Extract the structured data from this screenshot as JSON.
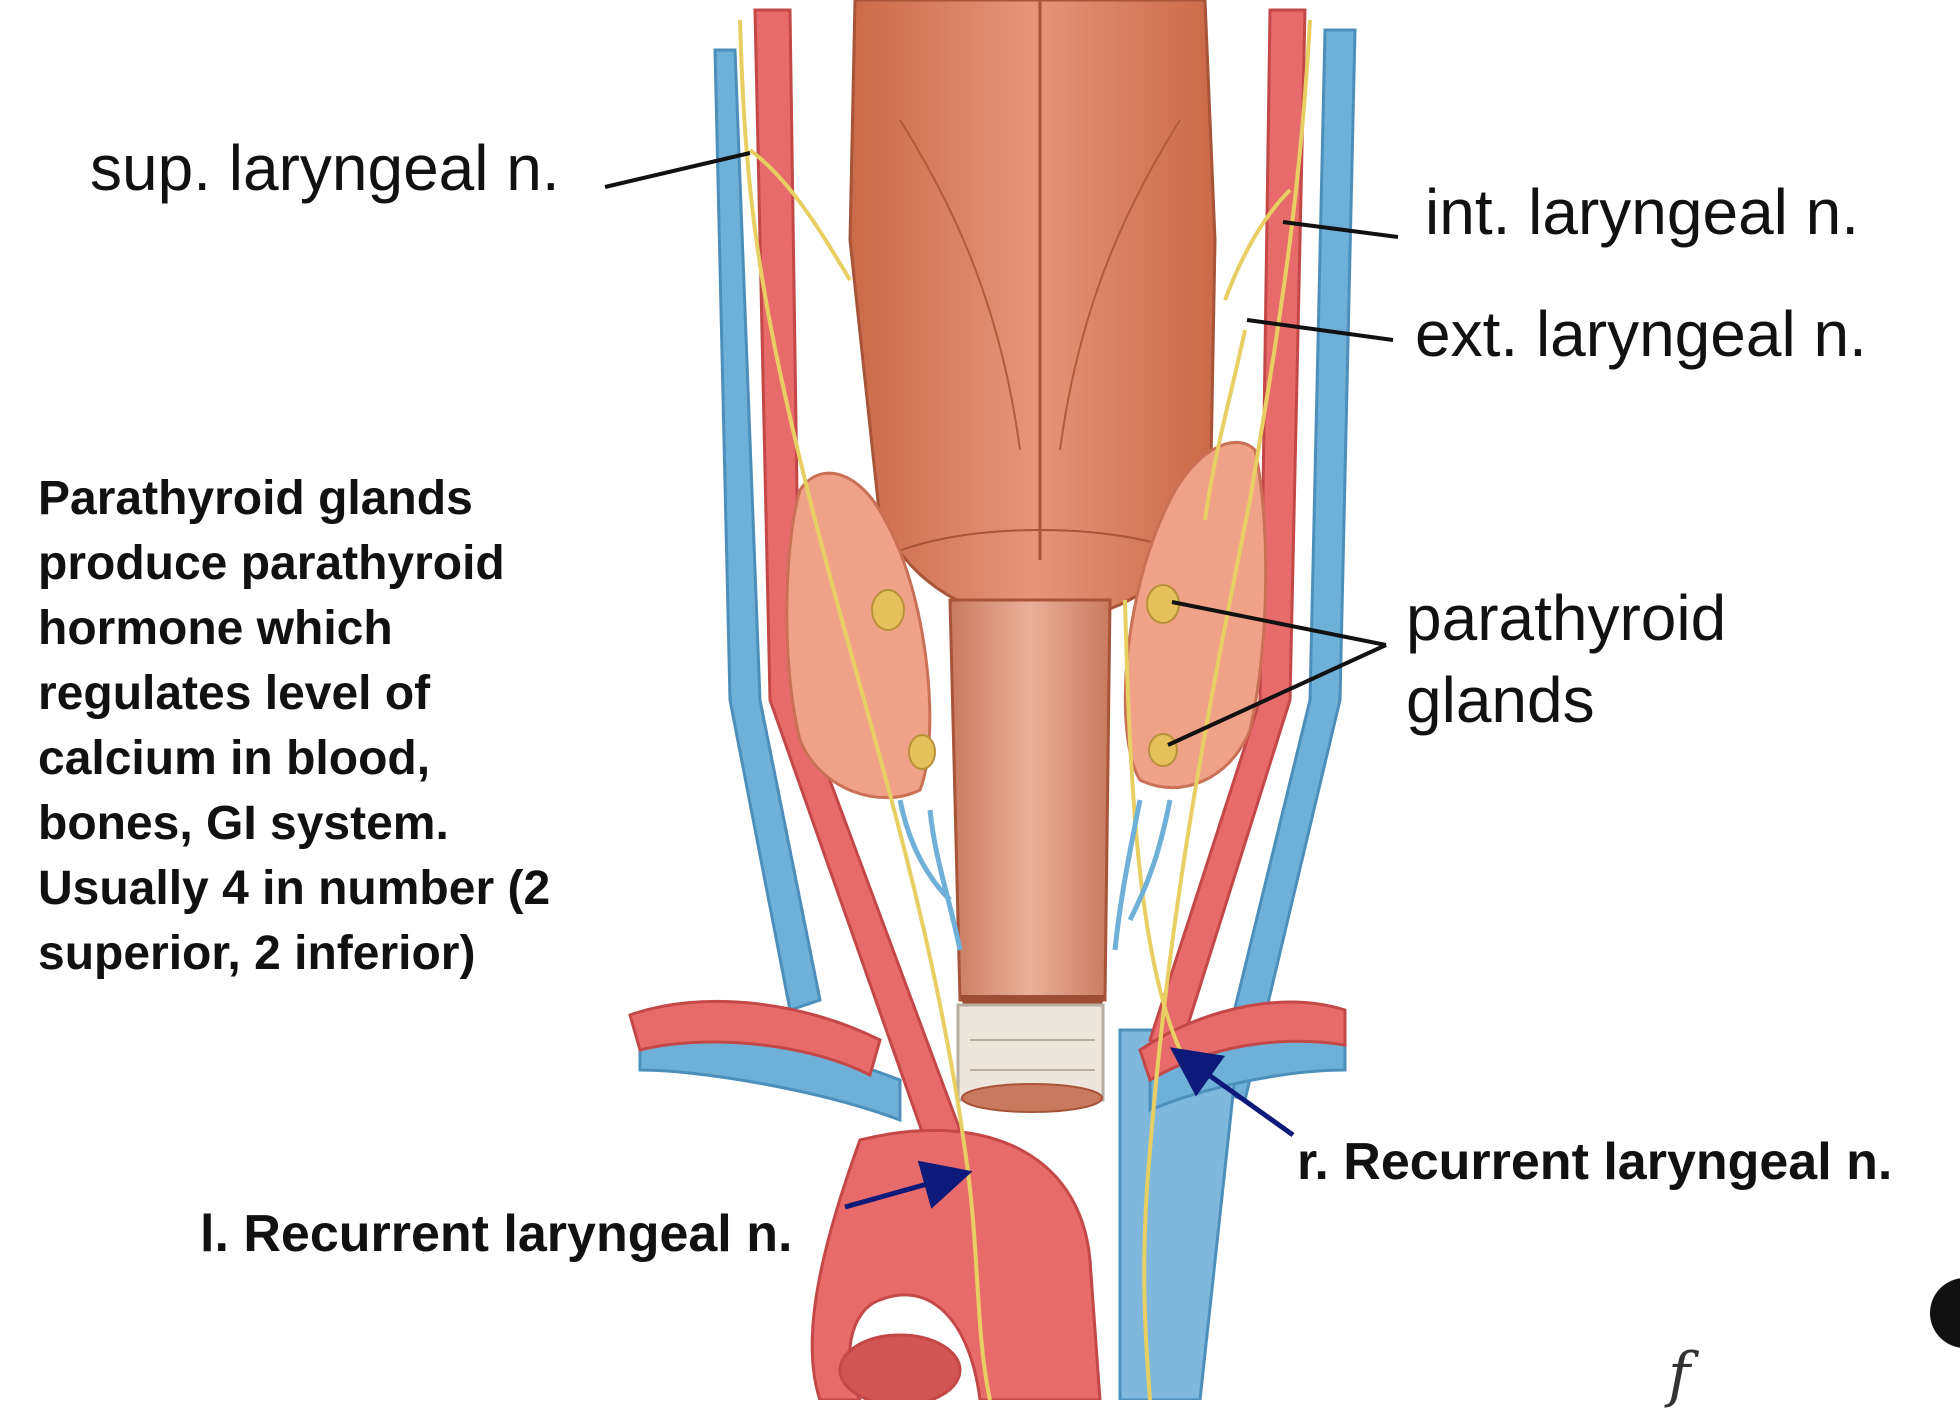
{
  "labels": {
    "sup_laryngeal": "sup. laryngeal n.",
    "int_laryngeal": "int. laryngeal n.",
    "ext_laryngeal": "ext. laryngeal n.",
    "parathyroid_line1": "parathyroid",
    "parathyroid_line2": "glands",
    "r_recurrent": "r. Recurrent laryngeal n.",
    "l_recurrent": "l. Recurrent laryngeal n."
  },
  "note": "Parathyroid glands\nproduce parathyroid\nhormone which\nregulates level of\ncalcium in blood,\nbones, GI system.\nUsually 4 in number (2\nsuperior, 2 inferior)",
  "signature": "f",
  "colors": {
    "artery": "#e86b6b",
    "vein": "#6fb0d8",
    "nerve": "#e8cf63",
    "muscle": "#d9805c",
    "thyroid": "#f0a288",
    "cartilage": "#ece6dc",
    "arrow_blue": "#0d1a7a",
    "text": "#111111"
  }
}
